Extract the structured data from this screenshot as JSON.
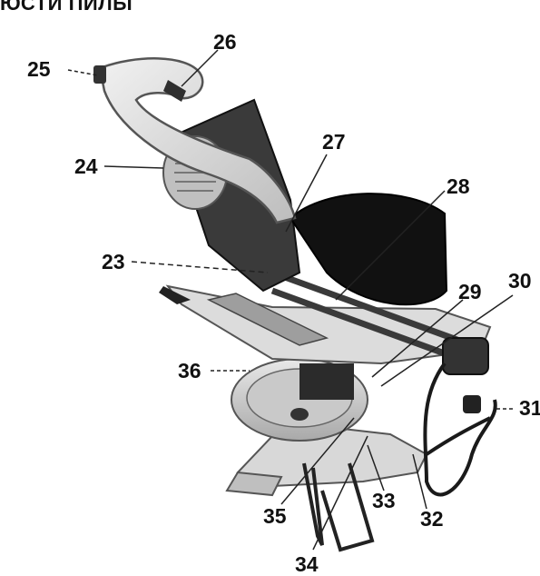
{
  "header": {
    "text": "ЮСТИ ПИЛЫ"
  },
  "callouts": [
    {
      "label": "25"
    },
    {
      "label": "26"
    },
    {
      "label": "24"
    },
    {
      "label": "27"
    },
    {
      "label": "28"
    },
    {
      "label": "23"
    },
    {
      "label": "29"
    },
    {
      "label": "30"
    },
    {
      "label": "36"
    },
    {
      "label": "31"
    },
    {
      "label": "35"
    },
    {
      "label": "33"
    },
    {
      "label": "32"
    },
    {
      "label": "34"
    }
  ]
}
